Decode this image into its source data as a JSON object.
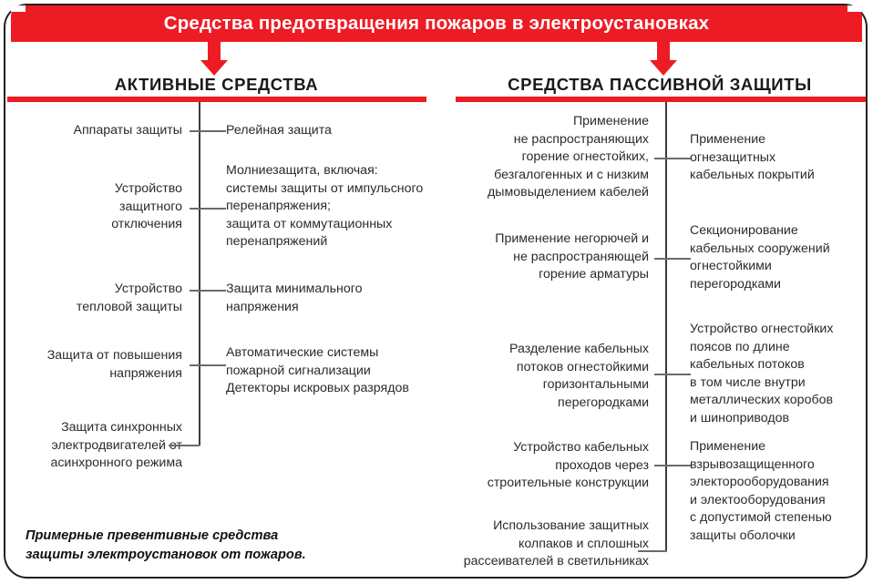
{
  "header": {
    "title": "Средства предотвращения пожаров в электроустановках",
    "bar_color": "#ed1c24",
    "title_color": "#ffffff"
  },
  "columns": {
    "active": {
      "heading": "АКТИВНЫЕ СРЕДСТВА",
      "left_items": [
        "Аппараты защиты",
        "Устройство\nзащитного\nотключения",
        "Устройство\nтепловой защиты",
        "Защита от повышения\nнапряжения",
        "Защита синхронных\nэлектродвигателей от\nасинхронного режима"
      ],
      "right_items": [
        "Релейная защита",
        "Молниезащита, включая:\nсистемы защиты от импульсного\nперенапряжения;\nзащита от коммутационных\nперенапряжений",
        "Защита минимального\nнапряжения",
        "Автоматические системы\nпожарной сигнализации\nДетекторы искровых разрядов"
      ]
    },
    "passive": {
      "heading": "СРЕДСТВА ПАССИВНОЙ ЗАЩИТЫ",
      "left_items": [
        "Применение\nне распространяющих\nгорение огнестойких,\nбезгалогенных и  с низким\nдымовыделением кабелей",
        "Применение негорючей и\nне распространяющей\nгорение арматуры",
        "Разделение кабельных\nпотоков огнестойкими\nгоризонтальными\nперегородками",
        "Устройство кабельных\nпроходов через\nстроительные конструкции",
        "Использование защитных\nколпаков и сплошных\nрассеивателей в светильниках"
      ],
      "right_items": [
        "Применение\nогнезащитных\nкабельных покрытий",
        "Секционирование\nкабельных сооружений\nогнестойкими\nперегородками",
        "Устройство огнестойких\nпоясов по длине\nкабельных потоков\nв том числе внутри\nметаллических коробов\nи шиноприводов",
        "Применение\nвзрывозащищенного\nэлекторооборудования\nи электооборудования\nс допустимой степенью\nзащиты оболочки"
      ]
    }
  },
  "footnote": "Примерные превентивные средства\nзащиты электроустановок от пожаров.",
  "arrows": {
    "left_label": "down-arrow-to-active",
    "right_label": "down-arrow-to-passive"
  },
  "colors": {
    "red": "#ed1c24",
    "text": "#2b2b2b",
    "frame": "#231f20",
    "line": "#3b3b3b"
  }
}
